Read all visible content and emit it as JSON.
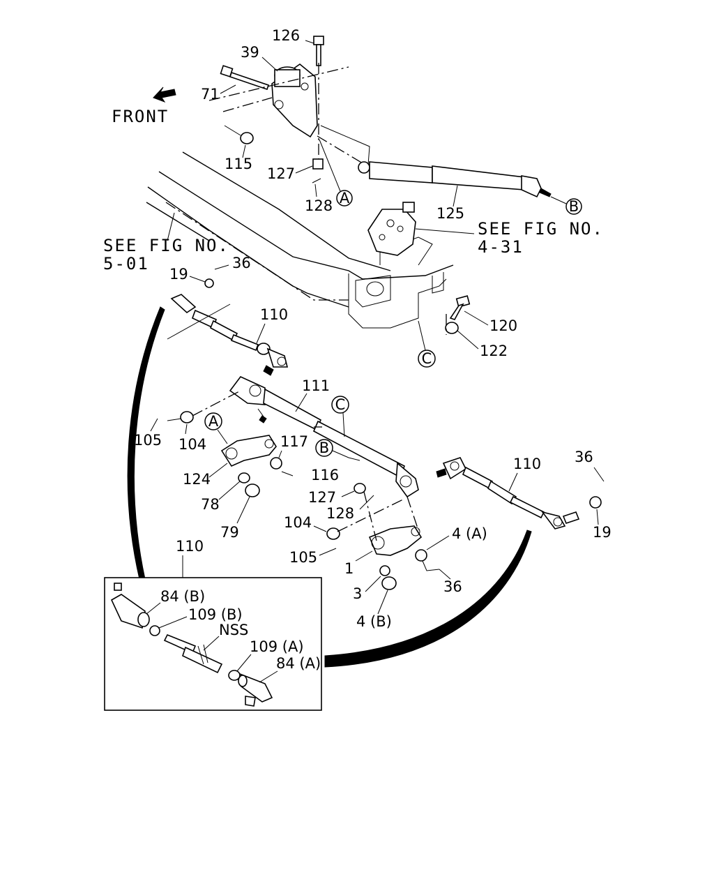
{
  "diagram": {
    "direction_label": "FRONT",
    "see_fig": [
      {
        "line1": "SEE FIG NO.",
        "line2": "5-01"
      },
      {
        "line1": "SEE FIG NO.",
        "line2": "4-31"
      }
    ],
    "callouts": {
      "A_top": "A",
      "B_top": "B",
      "C_right": "C",
      "A_mid": "A",
      "B_mid": "B",
      "C_mid": "C"
    },
    "parts": {
      "p126": "126",
      "p39": "39",
      "p71": "71",
      "p115": "115",
      "p127a": "127",
      "p128a": "128",
      "p125": "125",
      "p19a": "19",
      "p36a": "36",
      "p110a": "110",
      "p120": "120",
      "p122": "122",
      "p111": "111",
      "p105a": "105",
      "p104a": "104",
      "p117": "117",
      "p116": "116",
      "p124": "124",
      "p78": "78",
      "p79": "79",
      "p127b": "127",
      "p128b": "128",
      "p110b": "110",
      "p36b": "36",
      "p19b": "19",
      "p104b": "104",
      "p105b": "105",
      "p4a": "4 (A)",
      "p1": "1",
      "p36c": "36",
      "p3": "3",
      "p4b": "4 (B)",
      "p110c": "110"
    },
    "inset": {
      "p84b": "84 (B)",
      "p109b": "109 (B)",
      "nss": "NSS",
      "p109a": "109 (A)",
      "p84a": "84 (A)"
    }
  }
}
